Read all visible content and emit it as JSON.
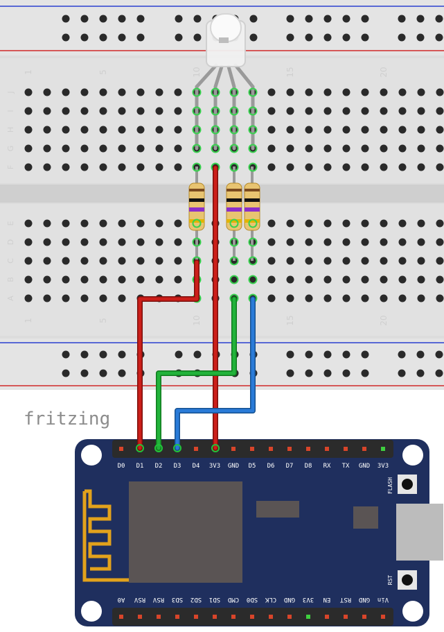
{
  "brand": "fritzing",
  "breadboard": {
    "column_numbers": [
      "1",
      "5",
      "10",
      "15",
      "20"
    ],
    "rows_top": [
      "J",
      "I",
      "H",
      "G",
      "F"
    ],
    "rows_bottom": [
      "E",
      "D",
      "C",
      "B",
      "A"
    ]
  },
  "board": {
    "top_pins": [
      "D0",
      "D1",
      "D2",
      "D3",
      "D4",
      "3V3",
      "GND",
      "D5",
      "D6",
      "D7",
      "D8",
      "RX",
      "TX",
      "GND",
      "3V3"
    ],
    "bottom_pins": [
      "A0",
      "RSV",
      "RSV",
      "SD3",
      "SD2",
      "SD1",
      "CMD",
      "SD0",
      "CLK",
      "GND",
      "3V3",
      "EN",
      "RST",
      "GND",
      "Vin"
    ],
    "flash_label": "FLASH",
    "rst_label": "RST"
  },
  "colors": {
    "red_wire": "#cc1f1a",
    "green_wire": "#22b33a",
    "blue_wire": "#2a7bd8",
    "board": "#1f2f5e",
    "breadboard": "#dcdcdc"
  }
}
